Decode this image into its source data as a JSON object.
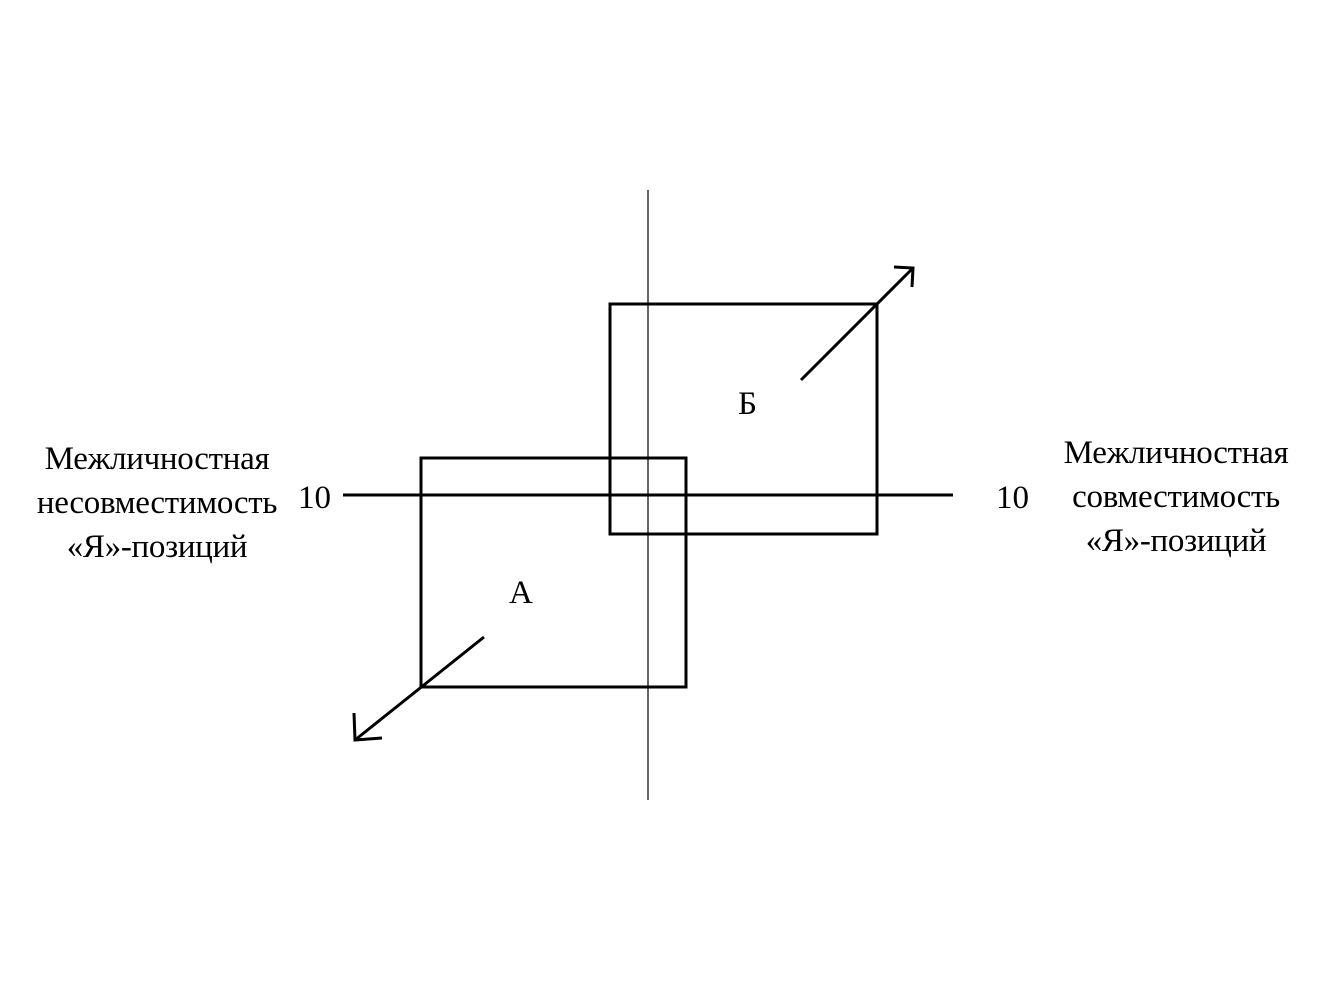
{
  "axis": {
    "left_label": [
      "Межличностная",
      "несовместимость",
      "«Я»-позиций"
    ],
    "right_label": [
      "Межличностная",
      "совместимость",
      "«Я»-позиций"
    ],
    "left_tick": "10",
    "right_tick": "10"
  },
  "boxes": {
    "a": {
      "label": "А"
    },
    "b": {
      "label": "Б"
    }
  },
  "colors": {
    "stroke": "#000000",
    "background": "#ffffff"
  }
}
